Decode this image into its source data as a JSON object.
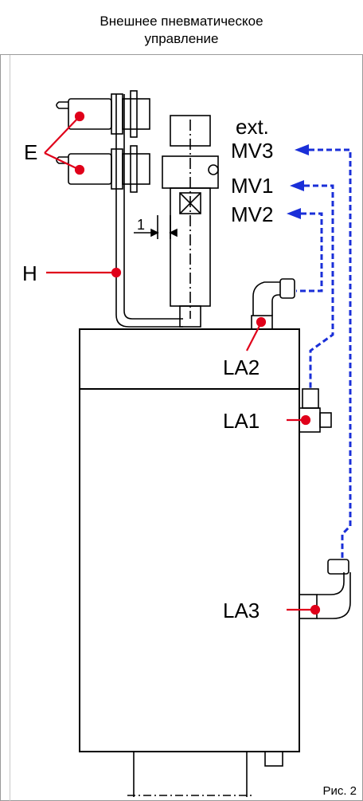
{
  "header": {
    "line1": "Внешнее пневматическое",
    "line2": "управление"
  },
  "figure_label": "Рис. 2",
  "labels": {
    "E": "E",
    "H": "H",
    "dim": "1",
    "ext": "ext.",
    "MV3": "MV3",
    "MV1": "MV1",
    "MV2": "MV2",
    "LA2": "LA2",
    "LA1": "LA1",
    "LA3": "LA3"
  },
  "colors": {
    "leader": "#e0001a",
    "pneumatic_line": "#1a2fd8",
    "outline": "#000000"
  }
}
